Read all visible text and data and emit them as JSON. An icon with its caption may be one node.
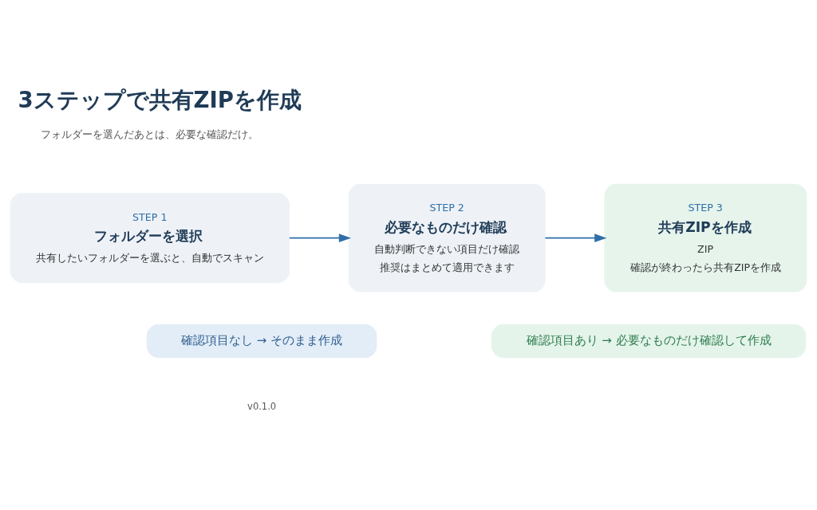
{
  "diagram": {
    "title": "3ステップで共有ZIPを作成",
    "nodes": [
      {
        "text": [
          "STEP 1",
          "フォルダーを選択",
          "共有したいフォルダーを選ぶと、自動でスキャン"
        ]
      },
      {
        "text": [
          "STEP 2",
          "必要なものだけ確認",
          "自動判断できない項目だけ確認",
          "推奨はまとめて適用できます"
        ]
      },
      {
        "text": [
          "STEP 3",
          "共有ZIPを作成",
          "ZIP",
          "確認が終わったら共有ZIPを作成"
        ]
      }
    ],
    "edges": [
      {
        "from": 0,
        "to": 1,
        "arrow": "to"
      },
      {
        "from": 1,
        "to": 2,
        "arrow": "to"
      }
    ],
    "labels": [
      "フォルダーを選んだあとは、必要な確認だけ。",
      "確認項目なし → そのまま作成",
      "確認項目あり → 必要なものだけ確認して作成",
      "v0.1.0"
    ]
  }
}
